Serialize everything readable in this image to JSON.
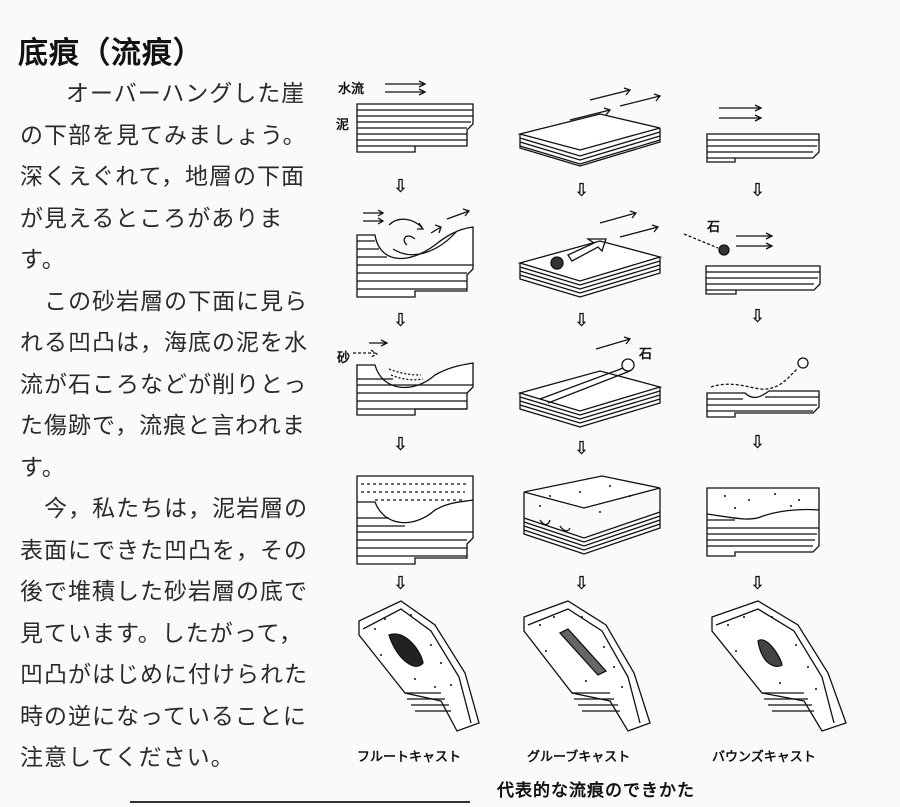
{
  "title": "底痕（流痕）",
  "paragraphs": [
    "オーバーハングした崖の下部を見てみましょう。深くえぐれて，地層の下面が見えるところがあります。",
    "この砂岩層の下面に見られる凹凸は，海底の泥を水流が石ころなどが削りとった傷跡で，流痕と言われます。",
    "今，私たちは，泥岩層の表面にできた凹凸を，その後で堆積した砂岩層の底で見ています。したがって，凹凸がはじめに付けられた時の逆になっていることに注意してください。"
  ],
  "figure": {
    "labels": {
      "water": "水流",
      "mud": "泥",
      "stone": "石",
      "sand": "砂"
    },
    "down_arrow": "⇩",
    "captions": [
      "フルートキャスト",
      "グルーブキャスト",
      "バウンズキャスト"
    ],
    "main_caption": "代表的な流痕のできかた"
  }
}
